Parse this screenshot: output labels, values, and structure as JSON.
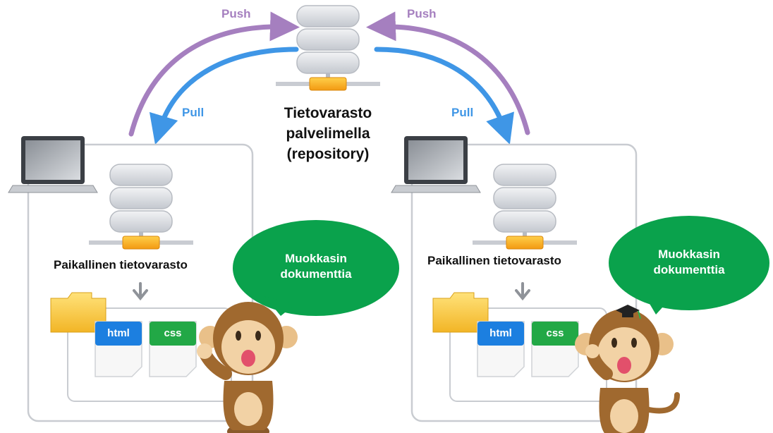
{
  "server": {
    "title_lines": [
      "Tietovarasto",
      "palvelimella",
      "(repository)"
    ]
  },
  "arrows": {
    "push_left": "Push",
    "push_right": "Push",
    "pull_left": "Pull",
    "pull_right": "Pull"
  },
  "left": {
    "local_repo_label": "Paikallinen tietovarasto",
    "speech_lines": [
      "Muokkasin",
      "dokumenttia"
    ],
    "files": [
      "html",
      "css"
    ]
  },
  "right": {
    "local_repo_label": "Paikallinen tietovarasto",
    "speech_lines": [
      "Muokkasin",
      "dokumenttia"
    ],
    "files": [
      "html",
      "css"
    ]
  },
  "colors": {
    "push": "#a57fbf",
    "pull": "#3f96e6",
    "speech": "#0aa24c",
    "html_tag": "#1c7fe0",
    "css_tag": "#22a846",
    "folder": "#f5c43a",
    "connector": "#f5a623"
  },
  "icons": [
    "database-icon",
    "laptop-icon",
    "folder-icon",
    "file-icon",
    "down-arrow-icon",
    "monkey-character",
    "graduation-cap-icon"
  ]
}
